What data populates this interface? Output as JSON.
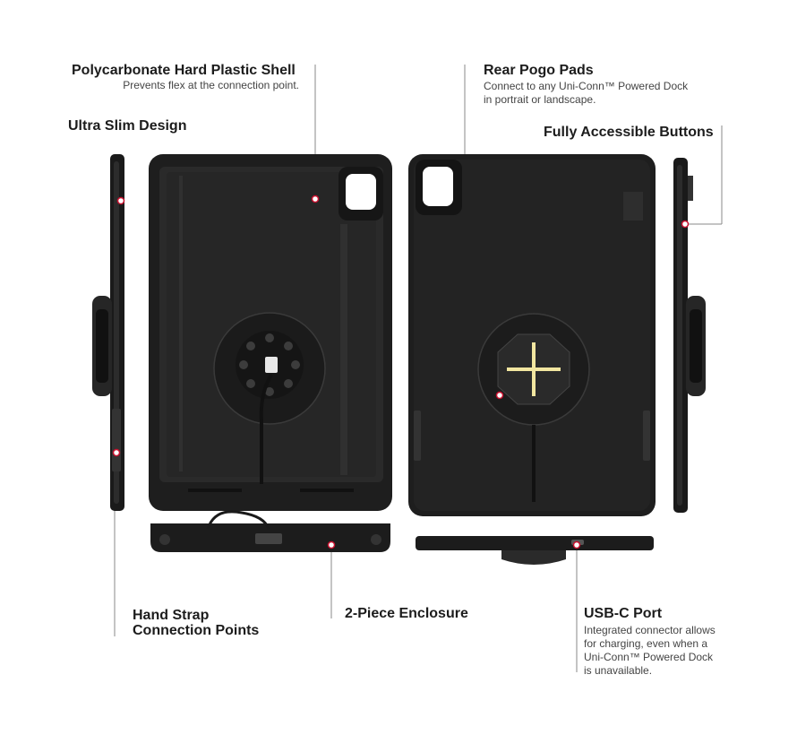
{
  "callouts": {
    "shell": {
      "title": "Polycarbonate Hard Plastic Shell",
      "desc": "Prevents flex at the connection point."
    },
    "slim": {
      "title": "Ultra Slim Design"
    },
    "pogo": {
      "title": "Rear Pogo Pads",
      "desc_line1": "Connect to any Uni-Conn™ Powered Dock",
      "desc_line2": "in portrait or landscape."
    },
    "buttons": {
      "title": "Fully Accessible Buttons"
    },
    "strap": {
      "title_line1": "Hand Strap",
      "title_line2": "Connection Points"
    },
    "enclosure": {
      "title": "2-Piece Enclosure"
    },
    "usbc": {
      "title": "USB-C Port",
      "desc_line1": "Integrated connector allows",
      "desc_line2": "for charging, even when a",
      "desc_line3": "Uni-Conn™ Powered Dock",
      "desc_line4": "is unavailable."
    }
  },
  "colors": {
    "case": "#1e1e1e",
    "case_inner": "#2a2a2a",
    "leader_line": "#8a8a8a",
    "marker": "#c8102e",
    "pogo_led": "#f2e6a0"
  }
}
